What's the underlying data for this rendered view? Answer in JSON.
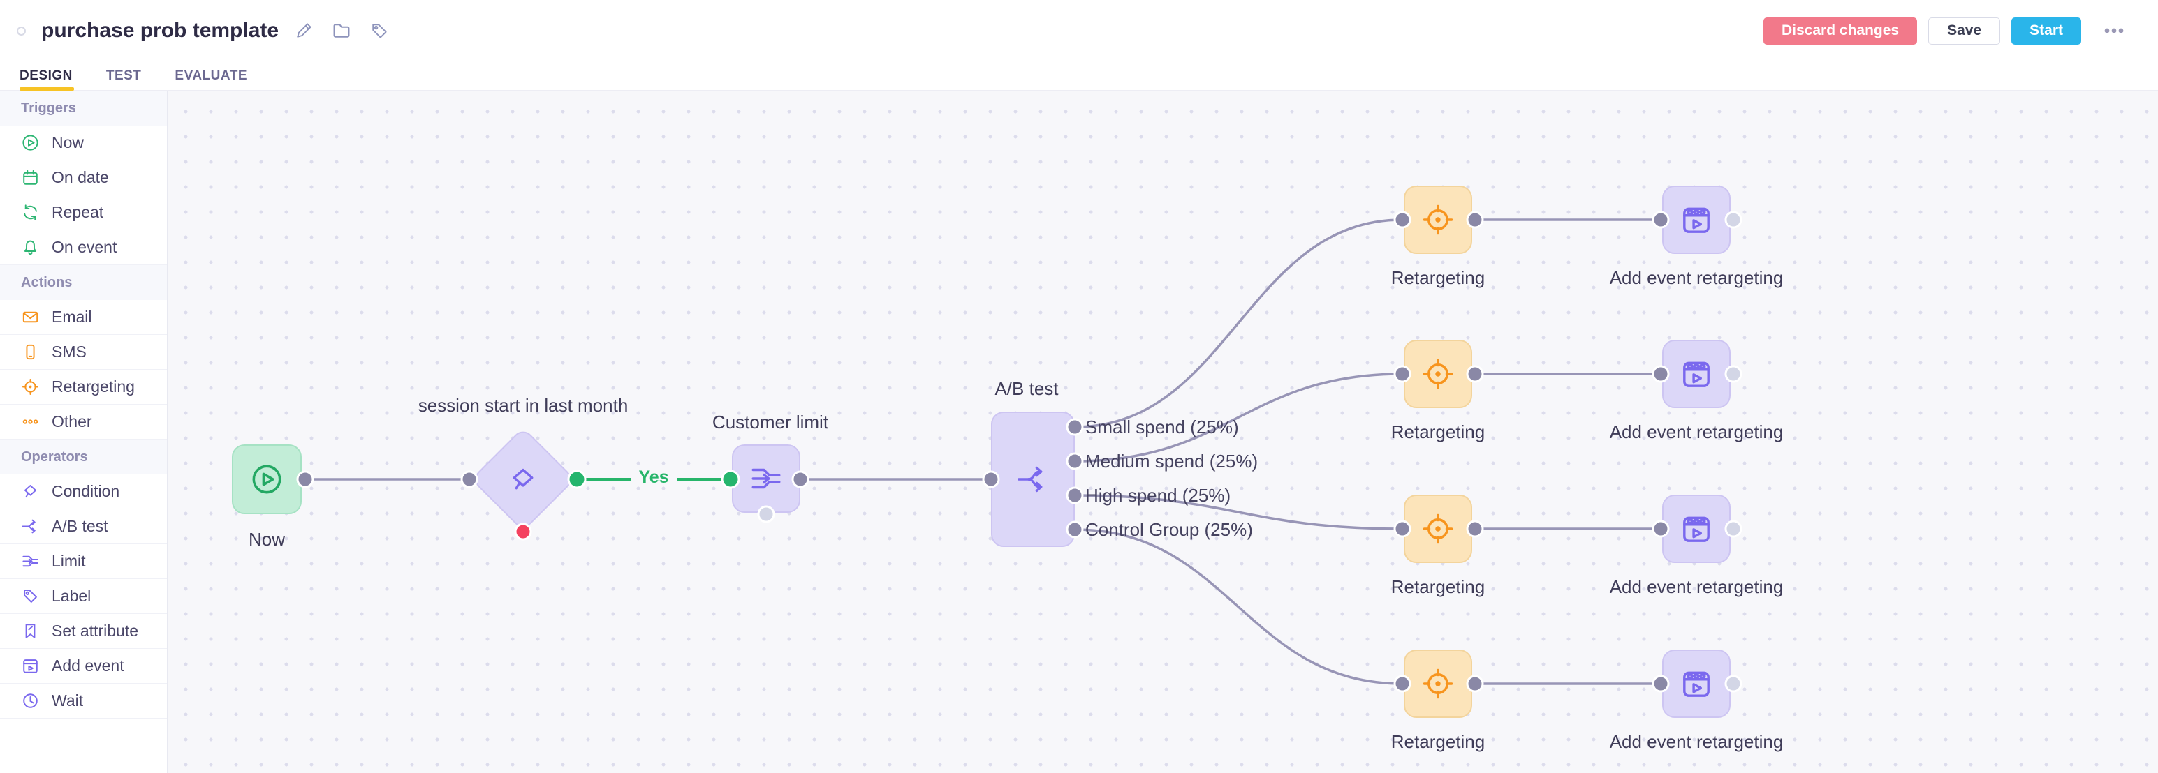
{
  "header": {
    "title": "purchase prob template",
    "discard_label": "Discard changes",
    "save_label": "Save",
    "start_label": "Start"
  },
  "tabs": {
    "design": "DESIGN",
    "test": "TEST",
    "evaluate": "EVALUATE"
  },
  "sidebar": {
    "sections": [
      {
        "label": "Triggers",
        "items": [
          {
            "label": "Now"
          },
          {
            "label": "On date"
          },
          {
            "label": "Repeat"
          },
          {
            "label": "On event"
          }
        ]
      },
      {
        "label": "Actions",
        "items": [
          {
            "label": "Email"
          },
          {
            "label": "SMS"
          },
          {
            "label": "Retargeting"
          },
          {
            "label": "Other"
          }
        ]
      },
      {
        "label": "Operators",
        "items": [
          {
            "label": "Condition"
          },
          {
            "label": "A/B test"
          },
          {
            "label": "Limit"
          },
          {
            "label": "Label"
          },
          {
            "label": "Set attribute"
          },
          {
            "label": "Add event"
          },
          {
            "label": "Wait"
          }
        ]
      }
    ]
  },
  "canvas": {
    "now_label": "Now",
    "condition_label": "session start in last month",
    "yes_label": "Yes",
    "limit_label": "Customer limit",
    "ab_label": "A/B test",
    "ab_ports": [
      "Small spend (25%)",
      "Medium spend (25%)",
      "High spend (25%)",
      "Control Group (25%)"
    ],
    "rows": [
      {
        "action": "Retargeting",
        "event": "Add event retargeting"
      },
      {
        "action": "Retargeting",
        "event": "Add event retargeting"
      },
      {
        "action": "Retargeting",
        "event": "Add event retargeting"
      },
      {
        "action": "Retargeting",
        "event": "Add event retargeting"
      }
    ]
  },
  "colors": {
    "trigger_green": "#2db673",
    "action_orange": "#f7941d",
    "operator_purple": "#7a68ee",
    "discard_pink": "#f2798a",
    "start_blue": "#2ab5ea",
    "tab_yellow": "#f7c325",
    "edge_gray": "#9895b6",
    "yes_green": "#27b56a",
    "no_red": "#f4415f"
  }
}
